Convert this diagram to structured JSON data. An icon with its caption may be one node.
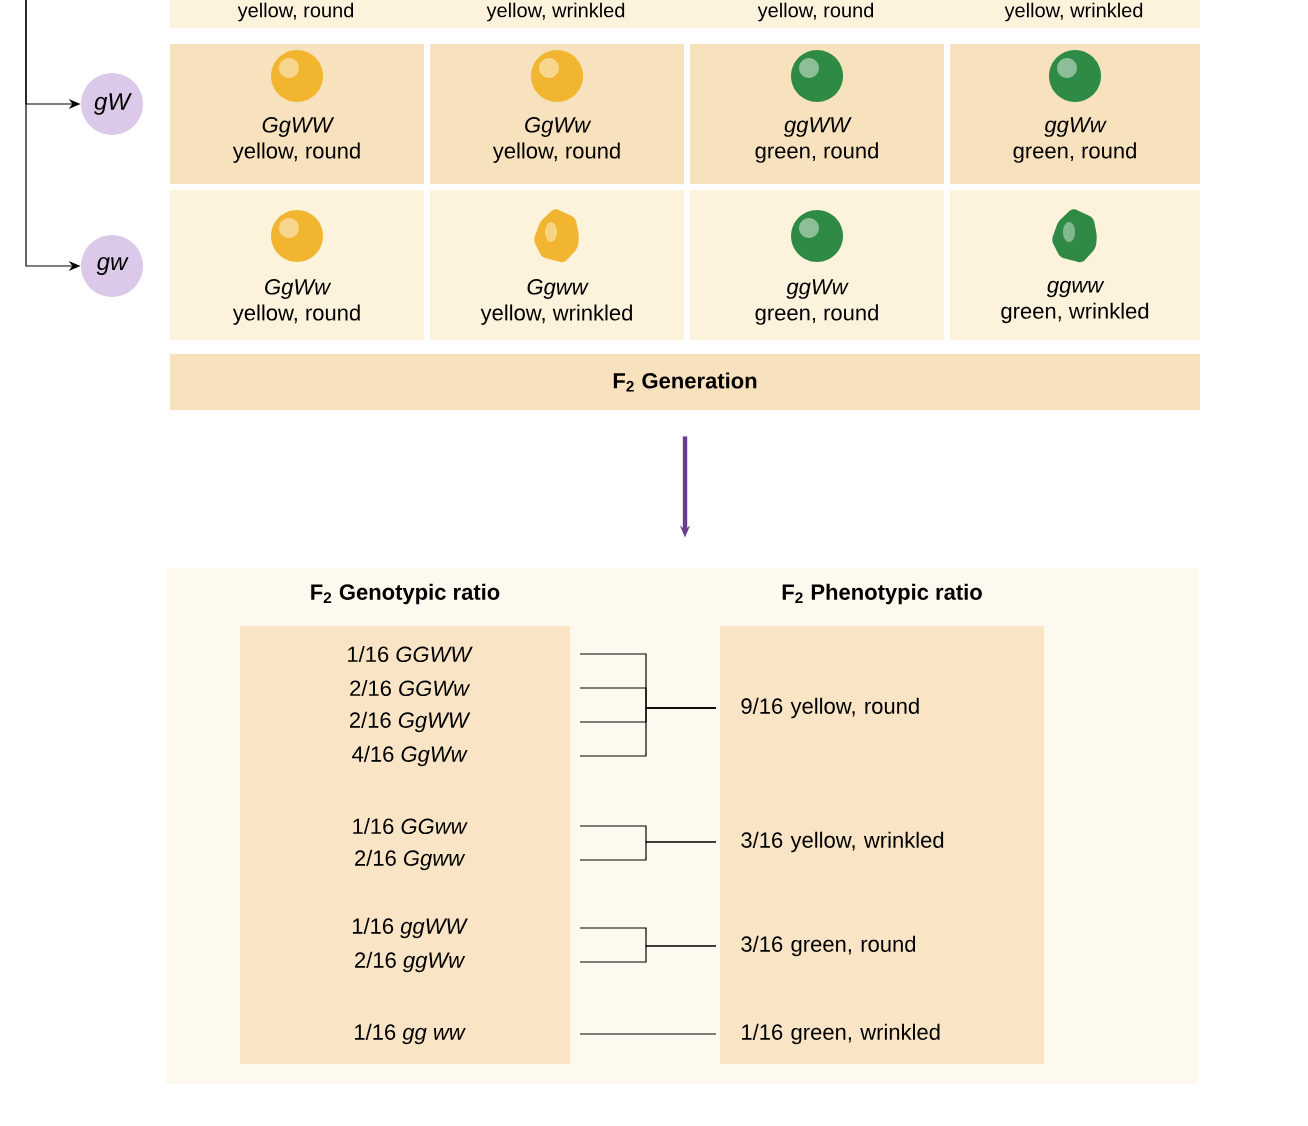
{
  "diagram": {
    "nodes": [
      {
        "text": [
          "gW"
        ]
      },
      {
        "text": [
          "gw"
        ]
      },
      {
        "text": [
          "GgWW",
          "yellow, round"
        ]
      },
      {
        "text": [
          "GgWw",
          "yellow, round"
        ]
      },
      {
        "text": [
          "ggWW",
          "green, round"
        ]
      },
      {
        "text": [
          "ggWw",
          "green, round"
        ]
      },
      {
        "text": [
          "GgWw",
          "yellow, round"
        ]
      },
      {
        "text": [
          "Ggww",
          "yellow, wrinkled"
        ]
      },
      {
        "text": [
          "ggWw",
          "green, round"
        ]
      },
      {
        "text": [
          "ggww",
          "green, wrinkled"
        ]
      },
      {
        "text": [
          "F$_{2}$ Generation"
        ]
      },
      {
        "text": [],
        "shape": "box"
      },
      {
        "text": [
          "F$_{2}$ Genotypic ratio"
        ],
        "in": 11
      },
      {
        "text": [
          "1/16 *GGWW*"
        ],
        "in": 12
      },
      {
        "text": [
          "2/16 *GGWw*"
        ],
        "in": 12
      },
      {
        "text": [
          "2/16 *GgWW*"
        ],
        "in": 12
      },
      {
        "text": [
          "4/16 *GgWw*"
        ],
        "in": 12
      },
      {
        "text": [
          "1/16 *GGww*"
        ],
        "in": 12
      },
      {
        "text": [
          "2/16 *Ggww*"
        ],
        "in": 12
      },
      {
        "text": [
          "1/16 *ggWW*"
        ],
        "in": 12
      },
      {
        "text": [
          "2/16 *ggWw*"
        ],
        "in": 12
      },
      {
        "text": [
          "1/16 *gg ww*"
        ],
        "in": 12
      },
      {
        "text": [
          "F$_{2}$ Phenotypic ratio"
        ],
        "in": 11
      },
      {
        "text": [
          "9/16 yellow, round"
        ],
        "in": 22
      },
      {
        "text": [
          "3/16 yellow, wrinkled"
        ],
        "in": 22
      },
      {
        "text": [
          "3/16 green, round"
        ],
        "in": 22
      },
      {
        "text": [
          "1/16 green, wrinkled"
        ],
        "in": 22
      }
    ],
    "edges": [
      {
        "from": null,
        "to": 0,
        "arrow": "to"
      },
      {
        "from": null,
        "to": 1,
        "arrow": "to"
      },
      {
        "from": 10,
        "to": 11,
        "arrow": "to",
        "style": "thick",
        "color": "#6a3d8f"
      },
      {
        "from": 13,
        "to": 23,
        "arrow": "none"
      },
      {
        "from": 14,
        "to": 23,
        "arrow": "none"
      },
      {
        "from": 15,
        "to": 23,
        "arrow": "none"
      },
      {
        "from": 16,
        "to": 23,
        "arrow": "none"
      },
      {
        "from": 17,
        "to": 24,
        "arrow": "none"
      },
      {
        "from": 18,
        "to": 24,
        "arrow": "none"
      },
      {
        "from": 19,
        "to": 25,
        "arrow": "none"
      },
      {
        "from": 20,
        "to": 25,
        "arrow": "none"
      },
      {
        "from": 21,
        "to": 26,
        "arrow": "none"
      }
    ],
    "labels": [
      "yellow, round",
      "yellow, wrinkled",
      "yellow, round",
      "yellow, wrinkled"
    ]
  }
}
